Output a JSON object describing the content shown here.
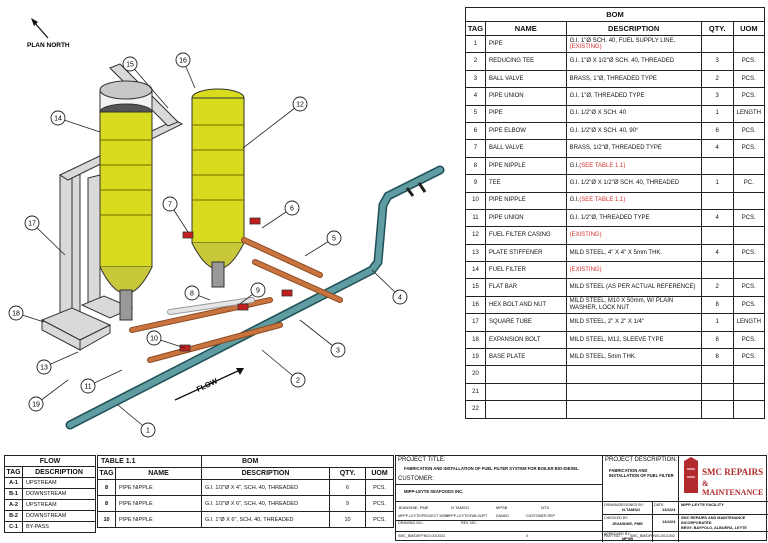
{
  "plan_north": "PLAN NORTH",
  "flow_arrow_label": "FLOW",
  "callouts": [
    "1",
    "2",
    "3",
    "4",
    "5",
    "6",
    "7",
    "8",
    "9",
    "10",
    "11",
    "12",
    "13",
    "14",
    "15",
    "16",
    "17",
    "18",
    "19"
  ],
  "bom": {
    "title": "BOM",
    "headers": [
      "TAG",
      "NAME",
      "DESCRIPTION",
      "QTY.",
      "UOM"
    ],
    "rows": [
      {
        "tag": "1",
        "name": "PIPE",
        "desc": "G.I. 1\"Ø SCH. 40, FUEL SUPPLY LINE, ",
        "desc_red": "(EXISTING)",
        "qty": "",
        "uom": ""
      },
      {
        "tag": "2",
        "name": "REDUCING TEE",
        "desc": "G.I. 1\"Ø X 1/2\"Ø SCH. 40, THREADED",
        "desc_red": "",
        "qty": "3",
        "uom": "PCS."
      },
      {
        "tag": "3",
        "name": "BALL VALVE",
        "desc": "BRASS, 1\"Ø, THREADED TYPE",
        "desc_red": "",
        "qty": "2",
        "uom": "PCS."
      },
      {
        "tag": "4",
        "name": "PIPE UNION",
        "desc": "G.I. 1\"Ø, THREADED TYPE",
        "desc_red": "",
        "qty": "3",
        "uom": "PCS."
      },
      {
        "tag": "5",
        "name": "PIPE",
        "desc": "G.I. 1/2\"Ø X SCH. 40",
        "desc_red": "",
        "qty": "1",
        "uom": "LENGTH"
      },
      {
        "tag": "6",
        "name": "PIPE ELBOW",
        "desc": "G.I. 1/2\"Ø X SCH. 40, 90°",
        "desc_red": "",
        "qty": "6",
        "uom": "PCS."
      },
      {
        "tag": "7",
        "name": "BALL VALVE",
        "desc": "BRASS, 1/2\"Ø, THREADED TYPE",
        "desc_red": "",
        "qty": "4",
        "uom": "PCS."
      },
      {
        "tag": "8",
        "name": "PIPE NIPPLE",
        "desc": "G.I.",
        "desc_red": "(SEE TABLE 1.1)",
        "qty": "",
        "uom": ""
      },
      {
        "tag": "9",
        "name": "TEE",
        "desc": "G.I. 1/2\"Ø X 1/2\"Ø SCH. 40, THREADED",
        "desc_red": "",
        "qty": "1",
        "uom": "PC."
      },
      {
        "tag": "10",
        "name": "PIPE NIPPLE",
        "desc": "G.I.",
        "desc_red": "(SEE TABLE 1.1)",
        "qty": "",
        "uom": ""
      },
      {
        "tag": "11",
        "name": "PIPE UNION",
        "desc": "G.I. 1/2\"Ø, THREADED TYPE",
        "desc_red": "",
        "qty": "4",
        "uom": "PCS."
      },
      {
        "tag": "12",
        "name": "FUEL FILTER CASING",
        "desc": "",
        "desc_red": "(EXISTING)",
        "qty": "",
        "uom": ""
      },
      {
        "tag": "13",
        "name": "PLATE STIFFENER",
        "desc": "MILD STEEL, 4\" X 4\" X 5mm THK.",
        "desc_red": "",
        "qty": "4",
        "uom": "PCS."
      },
      {
        "tag": "14",
        "name": "FUEL FILTER",
        "desc": "",
        "desc_red": "(EXISTING)",
        "qty": "",
        "uom": ""
      },
      {
        "tag": "15",
        "name": "FLAT BAR",
        "desc": "MILD STEEL (AS PER ACTUAL REFERENCE)",
        "desc_red": "",
        "qty": "2",
        "uom": "PCS."
      },
      {
        "tag": "16",
        "name": "HEX BOLT AND NUT",
        "desc": "MILD STEEL, M10 X 50mm, W/ PLAIN WASHER, LOCK NUT",
        "desc_red": "",
        "qty": "8",
        "uom": "PCS."
      },
      {
        "tag": "17",
        "name": "SQUARE TUBE",
        "desc": "MILD STEEL, 2\" X 2\" X 1/4\"",
        "desc_red": "",
        "qty": "1",
        "uom": "LENGTH"
      },
      {
        "tag": "18",
        "name": "EXPANSION BOLT",
        "desc": "MILD STEEL, M12, SLEEVE TYPE",
        "desc_red": "",
        "qty": "8",
        "uom": "PCS."
      },
      {
        "tag": "19",
        "name": "BASE PLATE",
        "desc": "MILD STEEL, 5mm THK.",
        "desc_red": "",
        "qty": "8",
        "uom": "PCS."
      },
      {
        "tag": "20",
        "name": "",
        "desc": "",
        "desc_red": "",
        "qty": "",
        "uom": ""
      },
      {
        "tag": "21",
        "name": "",
        "desc": "",
        "desc_red": "",
        "qty": "",
        "uom": ""
      },
      {
        "tag": "22",
        "name": "",
        "desc": "",
        "desc_red": "",
        "qty": "",
        "uom": ""
      }
    ]
  },
  "flow_table": {
    "title": "FLOW",
    "headers": [
      "TAG",
      "DESCRIPTION"
    ],
    "rows": [
      {
        "tag": "A-1",
        "desc": "UPSTREAM"
      },
      {
        "tag": "B-1",
        "desc": "DOWNSTREAM"
      },
      {
        "tag": "A-2",
        "desc": "UPSTREAM"
      },
      {
        "tag": "B-2",
        "desc": "DOWNSTREAM"
      },
      {
        "tag": "C-1",
        "desc": "BY-PASS"
      }
    ]
  },
  "table_11": {
    "title_left": "TABLE 1.1",
    "title_right": "BOM",
    "headers": [
      "TAG",
      "NAME",
      "DESCRIPTION",
      "QTY.",
      "UOM"
    ],
    "rows": [
      {
        "tag": "8",
        "name": "PIPE NIPPLE",
        "desc": "G.I. 1/2\"Ø X 4\", SCH. 40, THREADED",
        "qty": "6",
        "uom": "PCS."
      },
      {
        "tag": "8",
        "name": "PIPE NIPPLE",
        "desc": "G.I. 1/2\"Ø X 6\", SCH. 40, THREADED",
        "qty": "9",
        "uom": "PCS."
      },
      {
        "tag": "10",
        "name": "PIPE NIPPLE",
        "desc": "G.I. 1\"Ø X 6\", SCH. 40, THREADED",
        "qty": "10",
        "uom": "PCS."
      }
    ]
  },
  "title_block": {
    "project_title_label": "PROJECT TITLE:",
    "project_title": "FABRICATION AND INSTALLATION OF FUEL FILTER SYSTEM FOR BOILER BIO-DIESEL",
    "customer_label": "CUSTOMER:",
    "customer": "MIPP-LEYTE SEAFOODS INC.",
    "project_desc_label": "PROJECT DESCRIPTION:",
    "project_desc": "FABRICATION AND INSTALLATION OF FUEL FILTER",
    "logo_line1": "SMC REPAIRS",
    "logo_line2": "& MAINTENANCE",
    "drawn_by_label": "DRAWN/DESIGNED BY:",
    "drawn_by": "N.TAMSO",
    "date_label": "DATE:",
    "date": "13/4/24",
    "checked_by_label": "CHECKED BY:",
    "checked_by": "JEANSHIE, PME",
    "checked_date": "13/4/24",
    "approved_by_label": "APPROVED BY:",
    "approved_by": "MPSB",
    "facility": "MIPP-LEYTE FACILITY",
    "company": "SMC REPAIRS AND MAINTENANCE INCORPORATED",
    "address": "BRGY. BAYPOLO, ALBUERA, LEYTE",
    "sig1": "JEANSHIE, PME",
    "sig2": "N.TAMSO",
    "sig3": "MPSB",
    "sig4": "NTS",
    "role1": "MPPP-LEYTE/PROJECT MGR",
    "role2": "MPPP-LEYTE/FAB.SUPT",
    "role3": "DANDO",
    "role4": "CUSTOMER REP",
    "drawing_no_label": "DRAWING NO.:",
    "rev_label": "REV. NO.:",
    "drawing_no": "SMC_BM/DEFFN02-0011002",
    "rev": "0",
    "part_label": "PART NO.:",
    "part": "SMC_BM/DFFN01-0011002"
  }
}
